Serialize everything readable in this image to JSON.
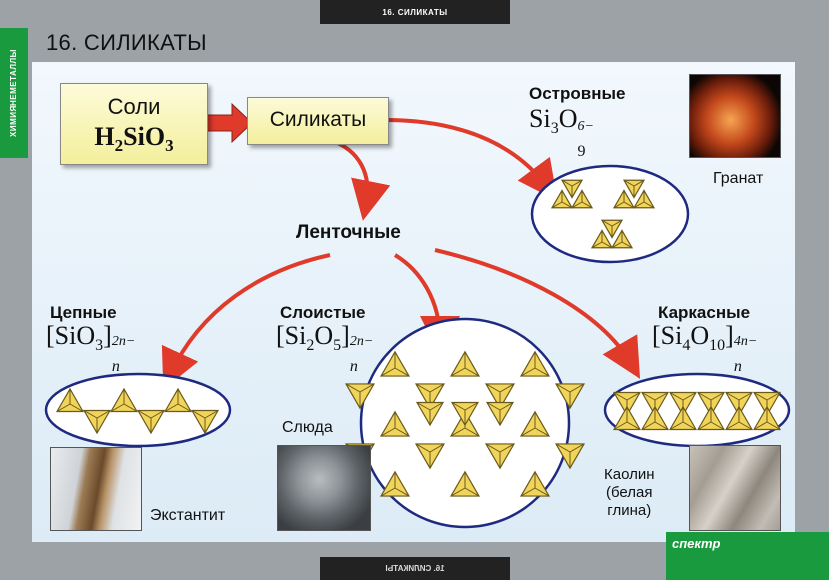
{
  "header": {
    "top_label": "16. СИЛИКАТЫ",
    "bottom_label": "16. СИЛИКАТЫ"
  },
  "side_tab": {
    "line1": "ХИМИЯ",
    "line2": "НЕМЕТАЛЛЫ"
  },
  "page_title": "16. СИЛИКАТЫ",
  "source_box": {
    "line1": "Соли",
    "formula_base": "H",
    "sub1": "2",
    "mid": "SiO",
    "sub2": "3"
  },
  "silicates_box": {
    "label": "Силикаты"
  },
  "ribbon_label": "Ленточные",
  "groups": {
    "island": {
      "name": "Островные",
      "f1": "Si",
      "s1": "3",
      "f2": "O",
      "s2": "9",
      "charge": "6−",
      "mineral": "Гранат"
    },
    "chain": {
      "name": "Цепные",
      "bracket_open": "[",
      "f1": "SiO",
      "s1": "3",
      "bracket_close": "]",
      "charge": "2n−",
      "n": "n",
      "mineral": "Экстантит"
    },
    "layer": {
      "name": "Слоистые",
      "bracket_open": "[",
      "f1": "Si",
      "s1": "2",
      "f2": "O",
      "s2": "5",
      "bracket_close": "]",
      "charge": "2n−",
      "n": "n",
      "mineral": "Слюда"
    },
    "frame": {
      "name": "Каркасные",
      "bracket_open": "[",
      "f1": "Si",
      "s1": "4",
      "f2": "O",
      "s2": "10",
      "bracket_close": "]",
      "charge": "4n−",
      "n": "n",
      "mineral_line1": "Каолин",
      "mineral_line2": "(белая",
      "mineral_line3": "глина)"
    }
  },
  "logo": {
    "text": "спектр"
  },
  "colors": {
    "arrow": "#e03a2a",
    "tetra_fill": "#f1d45a",
    "tetra_edge": "#6a5a1c",
    "ellipse_edge": "#1e2a80",
    "accent_green": "#1a9a3e"
  }
}
